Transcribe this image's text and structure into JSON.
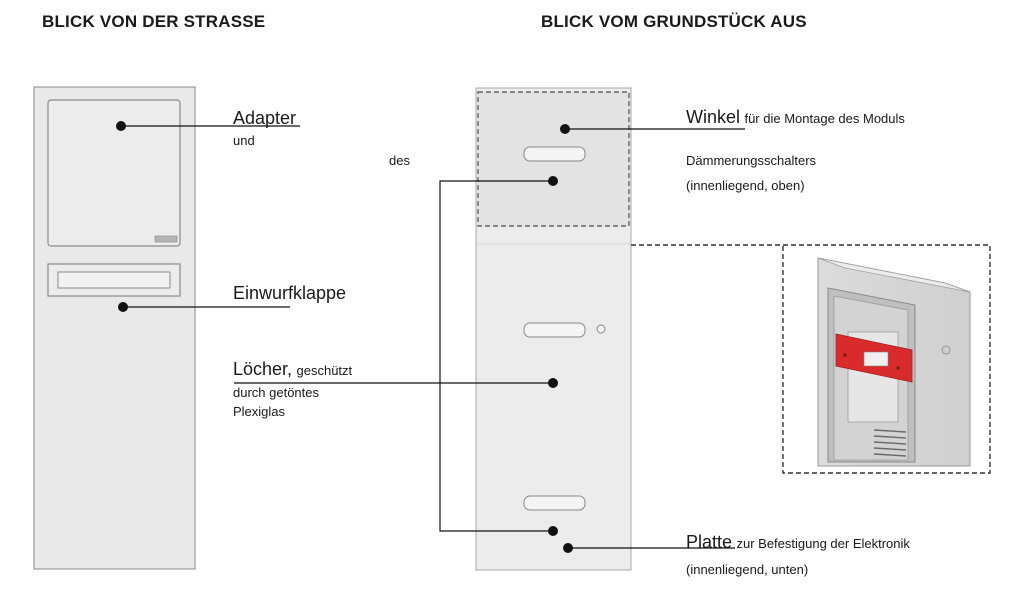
{
  "headings": {
    "street_view": "BLICK VON DER STRASSE",
    "property_view": "BLICK VOM GRUNDSTÜCK AUS"
  },
  "labels": {
    "adapter": "Adapter",
    "und": "und",
    "des": "des",
    "einwurfklappe": "Einwurfklappe",
    "loecher": "Löcher,",
    "geschuetzt": "geschützt",
    "durch_getoentes": "durch getöntes",
    "plexiglas": "Plexiglas",
    "winkel": "Winkel",
    "winkel_desc": "für die Montage des Moduls",
    "daemmerungsschalters": "Dämmerungsschalters",
    "innenliegend_oben": "(innenliegend, oben)",
    "platte": "Platte",
    "platte_desc": "zur Befestigung der Elektronik",
    "innenliegend_unten": "(innenliegend, unten)"
  },
  "colors": {
    "panel": "#e8e8e8",
    "panel_border": "#9a9a9a",
    "accent_red": "#d92b2b",
    "line": "#111111"
  }
}
